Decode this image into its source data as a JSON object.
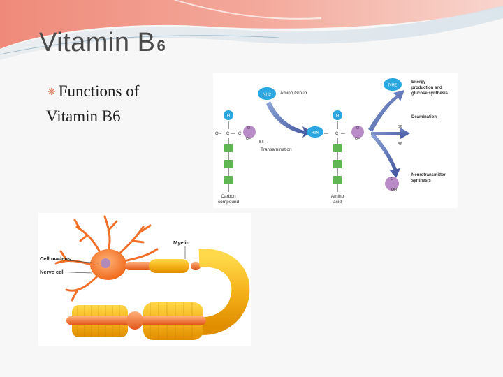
{
  "slide": {
    "title": "Vitamin B",
    "title_sub": "6",
    "bullet_line1": "Functions of",
    "bullet_line2": "Vitamin B6",
    "bullet_icon": "swirl-bullet-icon"
  },
  "figure_metabolism": {
    "amino_group_badge": "NH2",
    "amino_group_label": "Amino Group",
    "h_left": "H",
    "o_left": "O",
    "c_left": "C",
    "oh_left": "OH",
    "b6_left": "B6",
    "transamination": "Transamination",
    "h_right": "H",
    "h2n": "H2N",
    "c_right": "C",
    "o_right": "O",
    "oh_right": "OH",
    "carbon_line1": "Carbon",
    "carbon_line2": "compound",
    "amino_line1": "Amino",
    "amino_line2": "acid",
    "nh2_top": "NH2",
    "energy_line1": "Energy",
    "energy_line2": "production and",
    "energy_line3": "glucose synthesis",
    "deamination": "Deamination",
    "b6_upper": "B6",
    "b6_lower": "B6",
    "neuro_line1": "Neurotransmitter",
    "neuro_line2": "synthesis",
    "o_bottom": "O",
    "oh_bottom": "OH"
  },
  "figure_neuron": {
    "myelin": "Myelin",
    "cell_nucleus": "Cell nucleus",
    "nerve_cell": "Nerve cell"
  }
}
